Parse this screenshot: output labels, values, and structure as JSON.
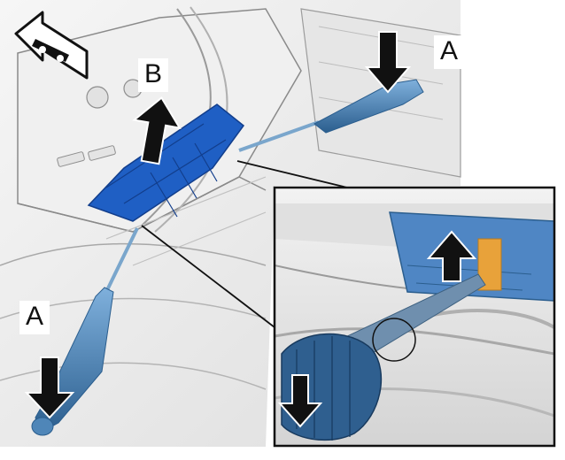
{
  "labels": {
    "a_top": "A",
    "b": "B",
    "a_bottom": "A"
  },
  "icons": {
    "vehicle_direction": "car-forward-arrow-icon",
    "press_arrow": "arrow-down-icon",
    "lift_arrow": "arrow-up-icon"
  },
  "colors": {
    "connector_blue": "#1f5fc4",
    "connector_blue_dark": "#123e8c",
    "tool_blue": "#4f86b8",
    "tool_blue_dark": "#2b5e8e",
    "tab_orange": "#e8a23a",
    "line_art": "#6e6e6e",
    "background_grey": "#ececec"
  }
}
